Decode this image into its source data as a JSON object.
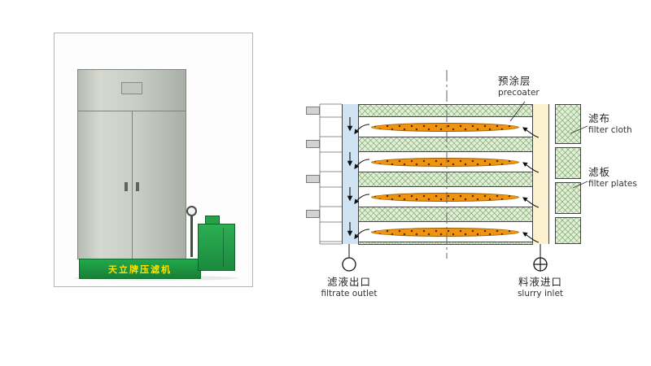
{
  "photo": {
    "brand_plate": "天立牌压滤机"
  },
  "diagram": {
    "precoat": {
      "zh": "预涂层",
      "en": "precoater"
    },
    "filter_cloth": {
      "zh": "滤布",
      "en": "filter cloth"
    },
    "filter_plates": {
      "zh": "滤板",
      "en": "filter plates"
    },
    "filtrate_outlet": {
      "zh": "滤液出口",
      "en": "filtrate outlet"
    },
    "slurry_inlet": {
      "zh": "料液进口",
      "en": "slurry inlet"
    },
    "chamber_count": 4,
    "colors": {
      "plate_green_fill": "#e3efd8",
      "plate_hatch": "#6ea05f",
      "precoat_orange": "#f2930f",
      "filtrate_channel_blue": "#cfe3f2",
      "slurry_channel_cream": "#fdf2d0",
      "machine_base_green": "#22a94a",
      "brand_text_yellow": "#ffe400"
    }
  }
}
